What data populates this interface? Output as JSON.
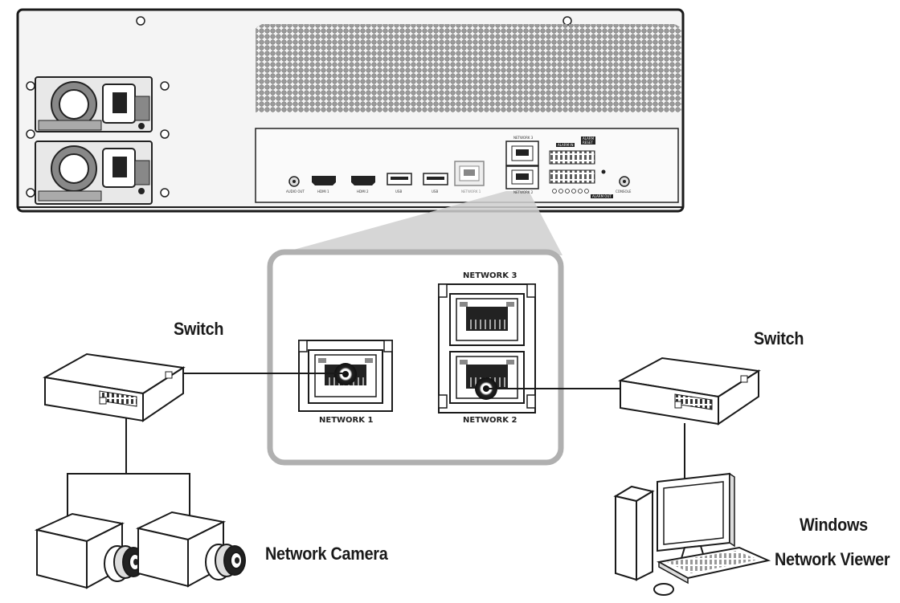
{
  "recorder": {
    "rear_ports": {
      "audio_out": "AUDIO OUT",
      "hdmi1": "HDMI 1",
      "hdmi2": "HDMI 2",
      "usb1": "USB",
      "usb2": "USB",
      "network1": "NETWORK 1",
      "network2": "NETWORK 2",
      "network3": "NETWORK 3",
      "alarm_in": "ALARM IN",
      "alarm_reset": "ALARM RESET",
      "alarm_out": "ALARM OUT",
      "console": "CONSOLE"
    }
  },
  "zoom": {
    "network1_label": "NETWORK 1",
    "network2_label": "NETWORK 2",
    "network3_label": "NETWORK 3"
  },
  "devices": {
    "left_switch_label": "Switch",
    "right_switch_label": "Switch",
    "camera_label": "Network Camera",
    "viewer_line1": "Windows",
    "viewer_line2": "Network Viewer"
  },
  "colors": {
    "line": "#1a1a1a",
    "frame_gray": "#b0b0b0",
    "highlight": "#cccccc"
  }
}
